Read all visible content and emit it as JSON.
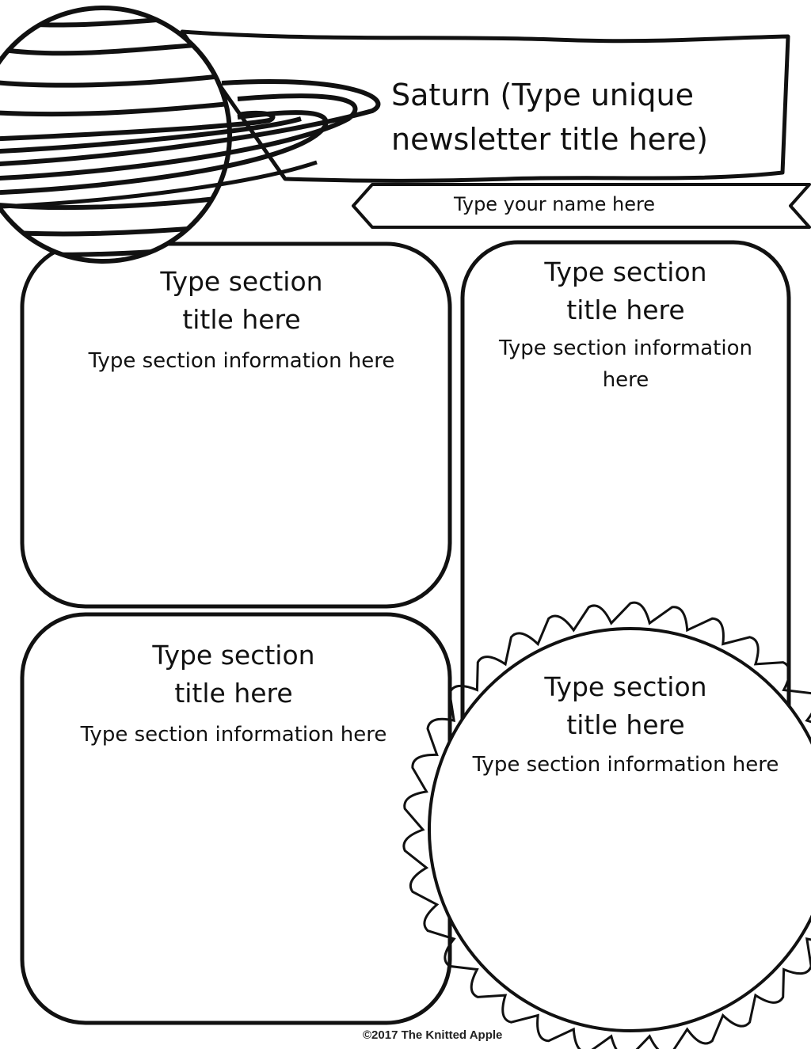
{
  "newsletter": {
    "title_line1": "Saturn (Type unique",
    "title_line2": "newsletter title here)",
    "author": "Type your name here"
  },
  "sections": [
    {
      "title_line1": "Type section",
      "title_line2": "title here",
      "info": "Type section information here"
    },
    {
      "title_line1": "Type section",
      "title_line2": "title here",
      "info_line1": "Type section information",
      "info_line2": "here"
    },
    {
      "title_line1": "Type section",
      "title_line2": "title here",
      "info": "Type section information here"
    },
    {
      "title_line1": "Type section",
      "title_line2": "title here",
      "info": "Type section information here"
    }
  ],
  "footer": "©2017 The Knitted Apple",
  "art": {
    "saturn": "saturn-planet-illustration",
    "sun": "sun-burst-frame"
  }
}
